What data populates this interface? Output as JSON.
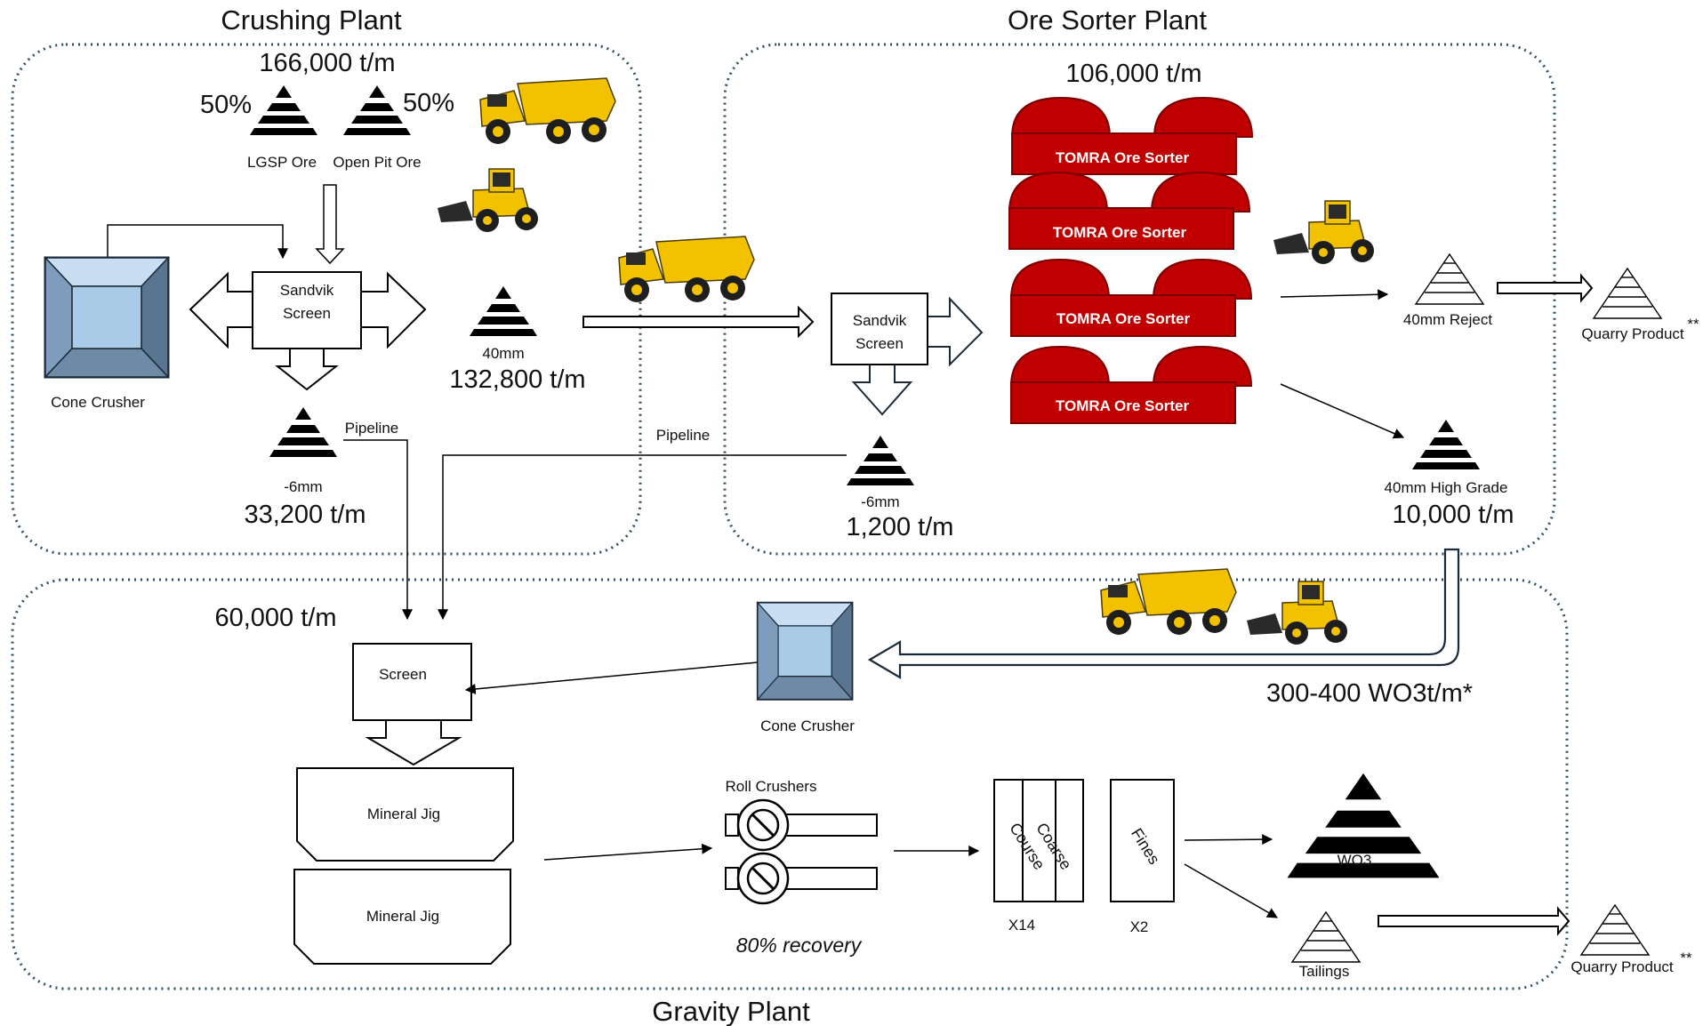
{
  "sections": {
    "crushing": "Crushing Plant",
    "ore_sorter": "Ore Sorter Plant",
    "gravity": "Gravity Plant"
  },
  "crushing": {
    "feed_rate": "166,000 t/m",
    "split_left": "50%",
    "split_right": "50%",
    "lgsp_label": "LGSP Ore",
    "open_pit_label": "Open Pit Ore",
    "screen_label_1": "Sandvik",
    "screen_label_2": "Screen",
    "cone_crusher_label": "Cone Crusher",
    "coarse_size": "40mm",
    "coarse_rate": "132,800 t/m",
    "fines_size": "-6mm",
    "fines_rate": "33,200 t/m",
    "pipeline_label": "Pipeline"
  },
  "ore_sorter": {
    "feed_rate": "106,000 t/m",
    "sorter_label": "TOMRA Ore Sorter",
    "screen_label_1": "Sandvik",
    "screen_label_2": "Screen",
    "fines_size": "-6mm",
    "fines_rate": "1,200 t/m",
    "pipeline_label": "Pipeline",
    "reject_label": "40mm Reject",
    "quarry_label": "Quarry Product",
    "quarry_mark": "**",
    "high_grade_label": "40mm High Grade",
    "high_grade_rate": "10,000 t/m"
  },
  "gravity": {
    "feed_rate": "60,000 t/m",
    "screen_label": "Screen",
    "cone_crusher_label": "Cone Crusher",
    "jig_label": "Mineral Jig",
    "roll_crushers_label": "Roll Crushers",
    "recovery_label": "80% recovery",
    "table_word": "Coarse",
    "table_word_alt": "Course",
    "fines_word": "Fines",
    "count_coarse": "X14",
    "count_fines": "X2",
    "product_rate": "300-400 WO3t/m*",
    "product_label": "WO3",
    "tailings_label": "Tailings",
    "quarry_label": "Quarry Product",
    "quarry_mark": "**"
  },
  "colors": {
    "dotted_border": "#2f5060",
    "tomra_red": "#c00000",
    "tomra_dark": "#7a0000",
    "crusher_light": "#a9cbe8",
    "crusher_dark": "#5d7a96",
    "truck_yellow": "#f2c200"
  },
  "icons": [
    "haul-truck-icon",
    "wheel-loader-icon",
    "cone-crusher-icon",
    "stockpile-icon",
    "roll-crusher-icon"
  ]
}
